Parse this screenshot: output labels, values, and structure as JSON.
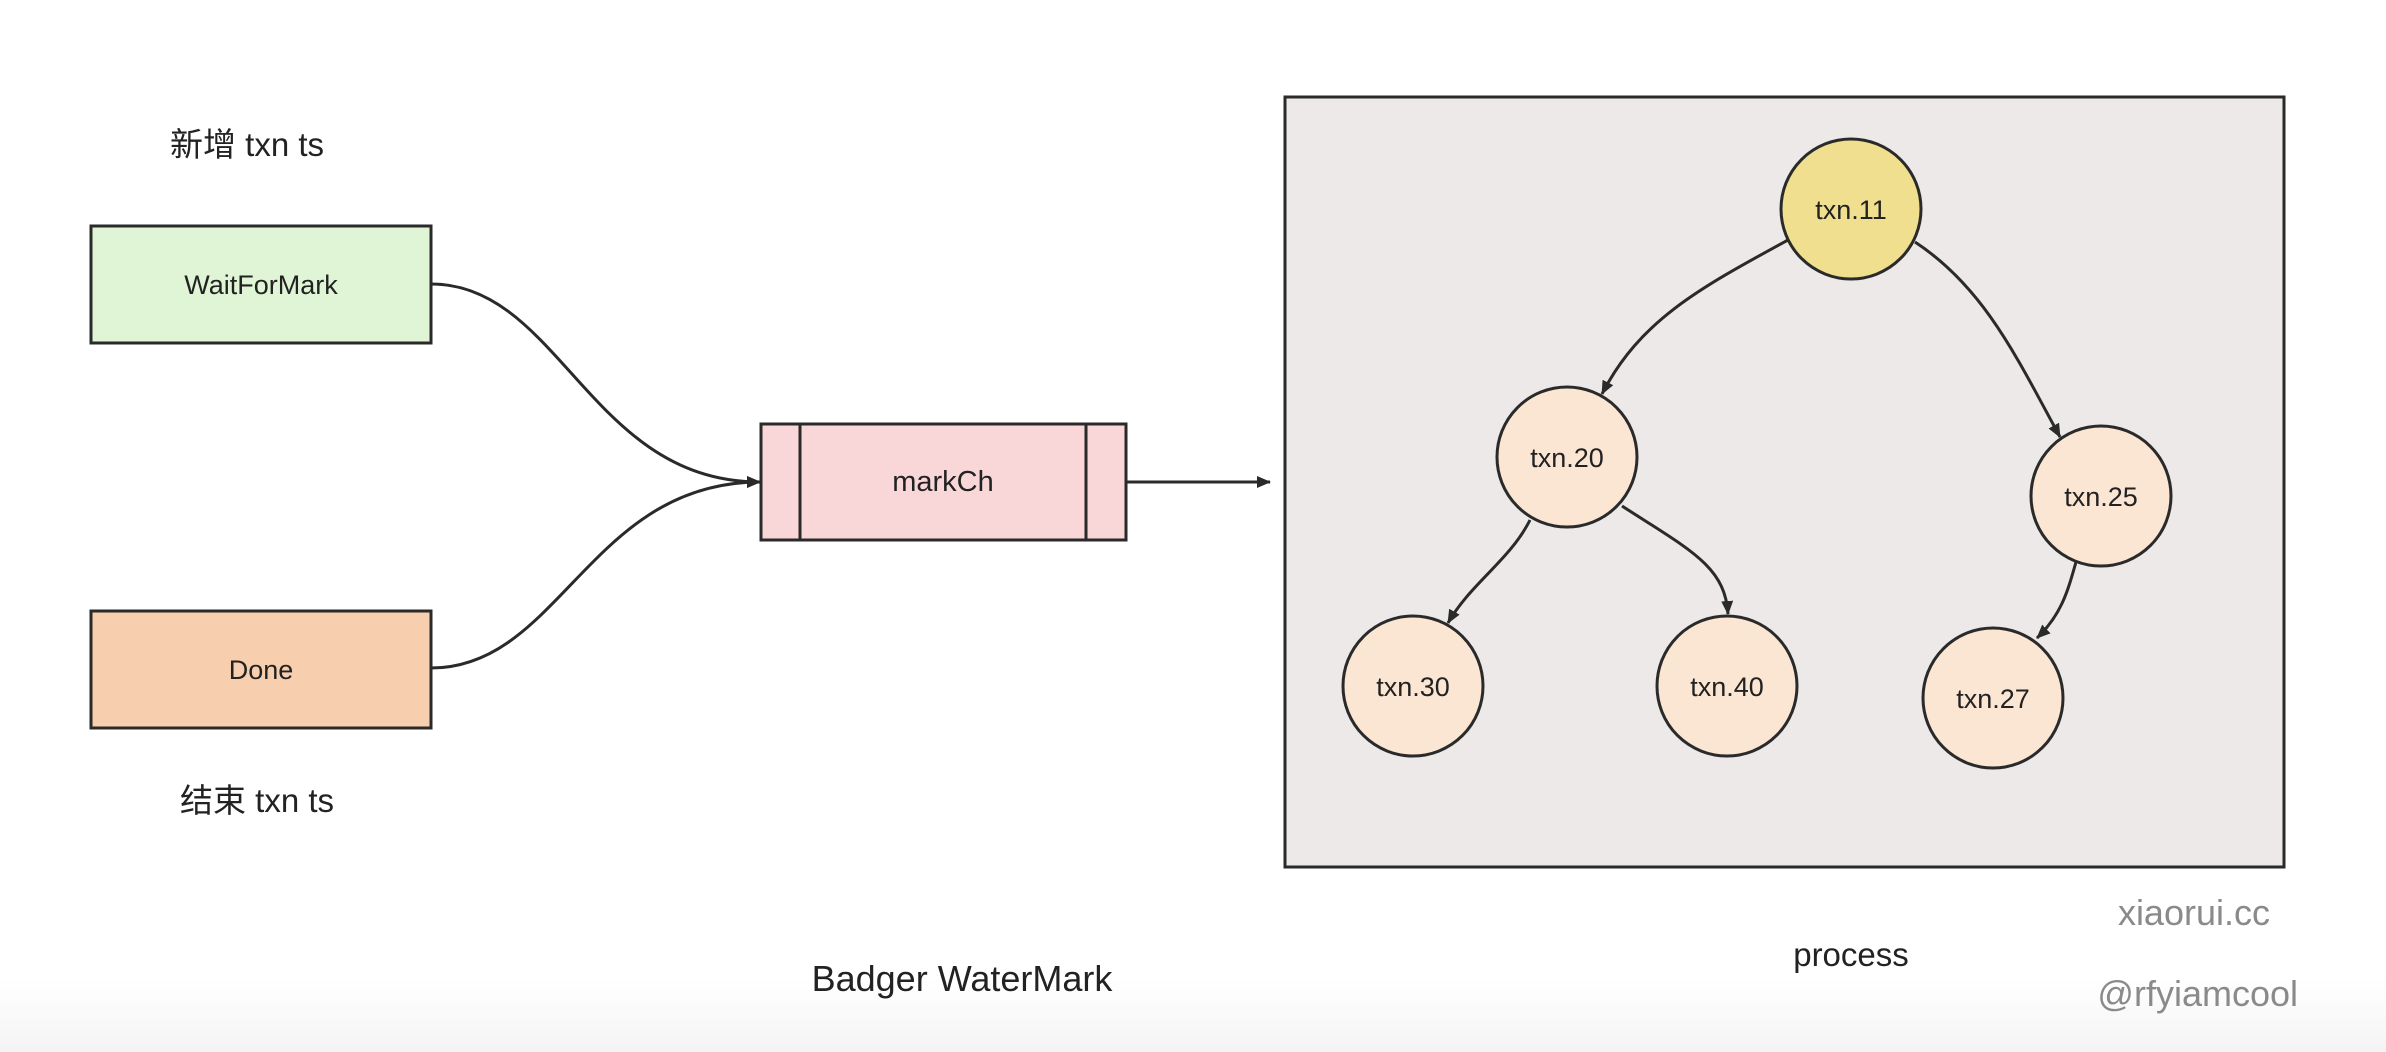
{
  "labels": {
    "add_ts": "新增 txn ts",
    "end_ts": "结束 txn ts",
    "title": "Badger WaterMark",
    "process": "process"
  },
  "nodes": {
    "wait_for_mark": "WaitForMark",
    "done": "Done",
    "mark_ch": "markCh"
  },
  "heap": {
    "root": "txn.11",
    "n20": "txn.20",
    "n25": "txn.25",
    "n30": "txn.30",
    "n40": "txn.40",
    "n27": "txn.27"
  },
  "watermark": {
    "site": "xiaorui.cc",
    "handle": "@rfyiamcool"
  },
  "colors": {
    "wait_fill": "#e0f5d6",
    "done_fill": "#f8cfae",
    "markch_fill": "#f9d7d8",
    "process_bg": "#ece9e8",
    "root_fill": "#efdf8e",
    "node_fill": "#fbe5d3",
    "stroke": "#2a2a2a"
  }
}
